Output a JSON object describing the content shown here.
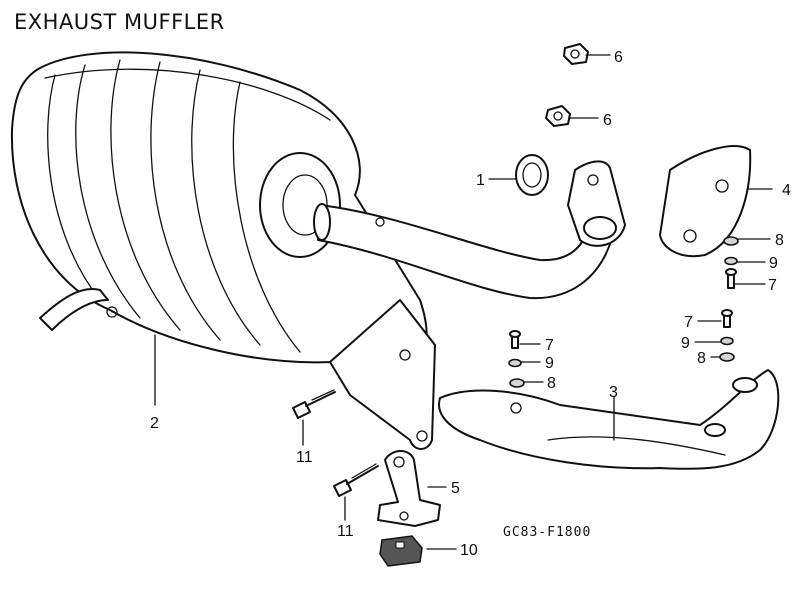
{
  "diagram": {
    "title": "EXHAUST MUFFLER",
    "drawing_code": "GC83-F1800",
    "callouts": [
      {
        "id": "callout-1",
        "label": "1"
      },
      {
        "id": "callout-2",
        "label": "2"
      },
      {
        "id": "callout-3",
        "label": "3"
      },
      {
        "id": "callout-4",
        "label": "4"
      },
      {
        "id": "callout-5",
        "label": "5"
      },
      {
        "id": "callout-6a",
        "label": "6"
      },
      {
        "id": "callout-6b",
        "label": "6"
      },
      {
        "id": "callout-7a",
        "label": "7"
      },
      {
        "id": "callout-7b",
        "label": "7"
      },
      {
        "id": "callout-7c",
        "label": "7"
      },
      {
        "id": "callout-8a",
        "label": "8"
      },
      {
        "id": "callout-8b",
        "label": "8"
      },
      {
        "id": "callout-8c",
        "label": "8"
      },
      {
        "id": "callout-9a",
        "label": "9"
      },
      {
        "id": "callout-9b",
        "label": "9"
      },
      {
        "id": "callout-9c",
        "label": "9"
      },
      {
        "id": "callout-10",
        "label": "10"
      },
      {
        "id": "callout-11a",
        "label": "11"
      },
      {
        "id": "callout-11b",
        "label": "11"
      }
    ]
  }
}
